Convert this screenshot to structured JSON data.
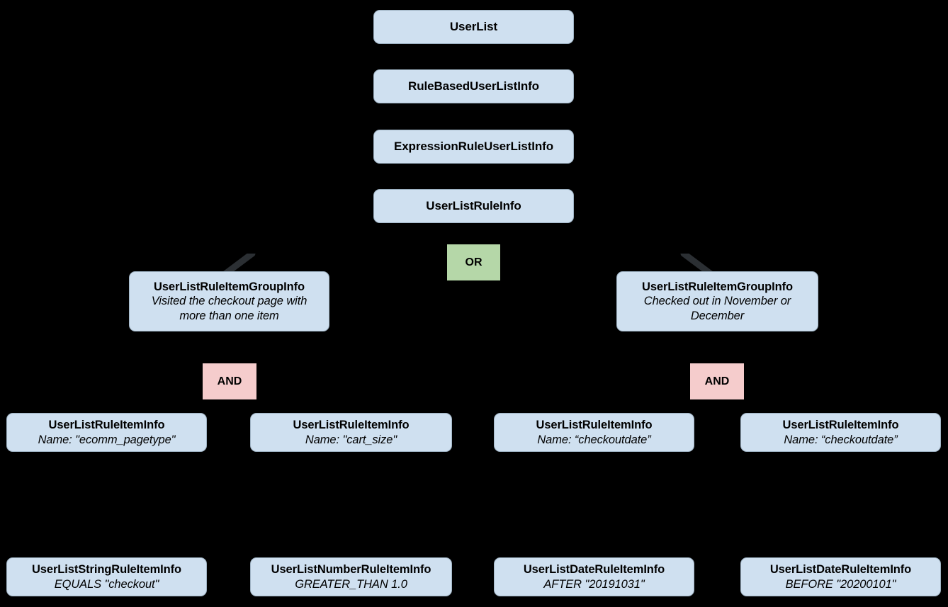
{
  "diagram": {
    "type": "hierarchy-tree",
    "title": "UserList rule hierarchy",
    "background_color": "#000000",
    "node_fill_color": "#cfe0f0",
    "node_border_color": "#9fb3c4",
    "or_badge_color": "#b5d7a8",
    "and_badge_color": "#f5cccc",
    "text_color": "#000000"
  },
  "chain": [
    {
      "title": "UserList"
    },
    {
      "title": "RuleBasedUserListInfo"
    },
    {
      "title": "ExpressionRuleUserListInfo"
    },
    {
      "title": "UserListRuleInfo"
    }
  ],
  "operators": {
    "root": "OR",
    "left_group": "AND",
    "right_group": "AND"
  },
  "groups": [
    {
      "title": "UserListRuleItemGroupInfo",
      "desc_line1": "Visited the checkout page with",
      "desc_line2": "more than one item"
    },
    {
      "title": "UserListRuleItemGroupInfo",
      "desc_line1": "Checked out in November or",
      "desc_line2": "December"
    }
  ],
  "rule_items": [
    {
      "title": "UserListRuleItemInfo",
      "desc": "Name: \"ecomm_pagetype\""
    },
    {
      "title": "UserListRuleItemInfo",
      "desc": "Name: \"cart_size\""
    },
    {
      "title": "UserListRuleItemInfo",
      "desc": "Name: “checkoutdate”"
    },
    {
      "title": "UserListRuleItemInfo",
      "desc": "Name: “checkoutdate”"
    }
  ],
  "leaf_items": [
    {
      "title": "UserListStringRuleItemInfo",
      "desc": "EQUALS \"checkout\""
    },
    {
      "title": "UserListNumberRuleItemInfo",
      "desc": "GREATER_THAN 1.0"
    },
    {
      "title": "UserListDateRuleItemInfo",
      "desc": "AFTER \"20191031\""
    },
    {
      "title": "UserListDateRuleItemInfo",
      "desc": "BEFORE \"20200101\""
    }
  ]
}
